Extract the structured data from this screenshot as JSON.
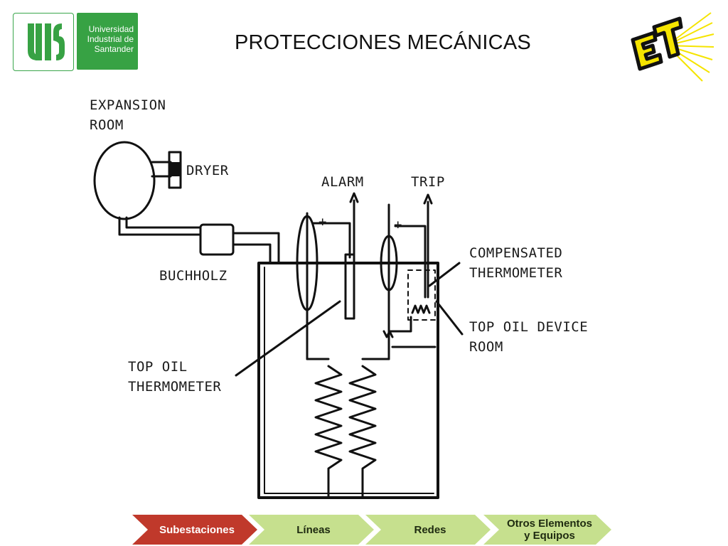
{
  "header": {
    "university_line1": "Universidad",
    "university_line2": "Industrial de",
    "university_line3": "Santander",
    "title": "PROTECCIONES MECÁNICAS"
  },
  "diagram": {
    "labels": {
      "expansion_line1": "EXPANSION",
      "expansion_line2": "ROOM",
      "dryer": "DRYER",
      "alarm": "ALARM",
      "trip": "TRIP",
      "compensated_line1": "COMPENSATED",
      "compensated_line2": "THERMOMETER",
      "buchholz": "BUCHHOLZ",
      "top_oil_device_line1": "TOP OIL DEVICE",
      "top_oil_device_line2": "ROOM",
      "top_oil_thermo_line1": "TOP OIL",
      "top_oil_thermo_line2": "THERMOMETER",
      "plus_left": "+",
      "plus_right": "+"
    }
  },
  "nav": {
    "items": [
      {
        "label": "Subestaciones",
        "active": true
      },
      {
        "label": "Líneas",
        "active": false
      },
      {
        "label": "Redes",
        "active": false
      },
      {
        "label": "Otros Elementos y Equipos",
        "active": false
      }
    ]
  },
  "colors": {
    "uis_green": "#37a244",
    "nav_active": "#c0392b",
    "nav_inactive": "#c6e08e",
    "et_yellow": "#f5e400"
  }
}
